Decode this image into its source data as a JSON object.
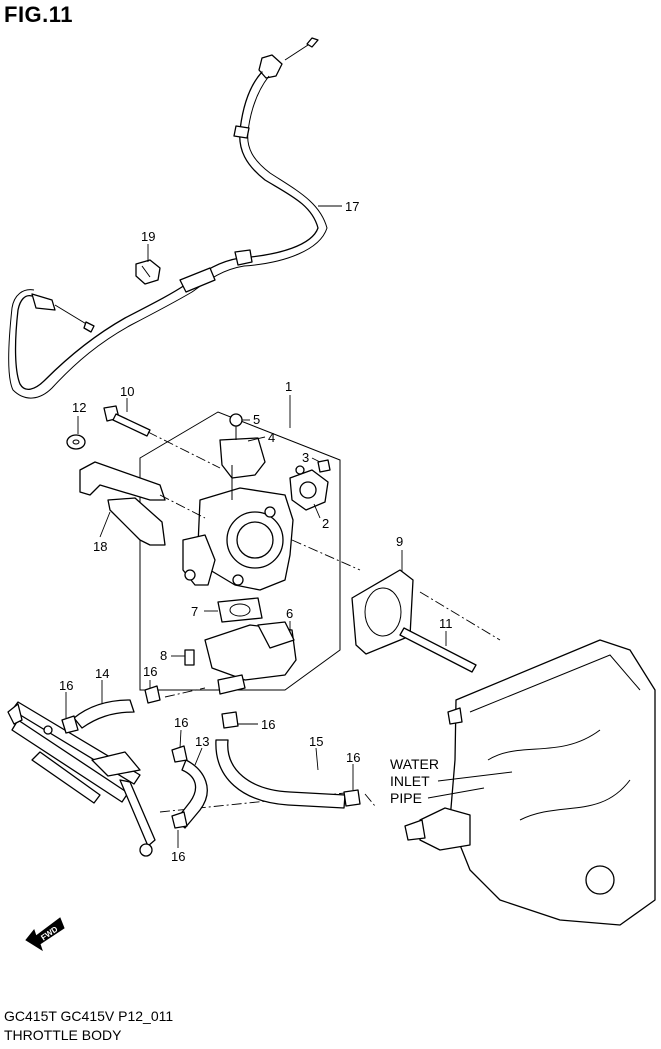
{
  "figure": {
    "title": "FIG.11",
    "model_line": "GC415T GC415V P12_011",
    "section_name": "THROTTLE BODY"
  },
  "callouts": [
    "1",
    "2",
    "3",
    "4",
    "5",
    "6",
    "7",
    "8",
    "9",
    "10",
    "11",
    "12",
    "13",
    "14",
    "15",
    "16",
    "17",
    "18",
    "19"
  ],
  "repeat_callout": "16",
  "annotation": {
    "line1": "WATER",
    "line2": "INLET",
    "line3": "PIPE"
  },
  "fwd_label": "FWD"
}
